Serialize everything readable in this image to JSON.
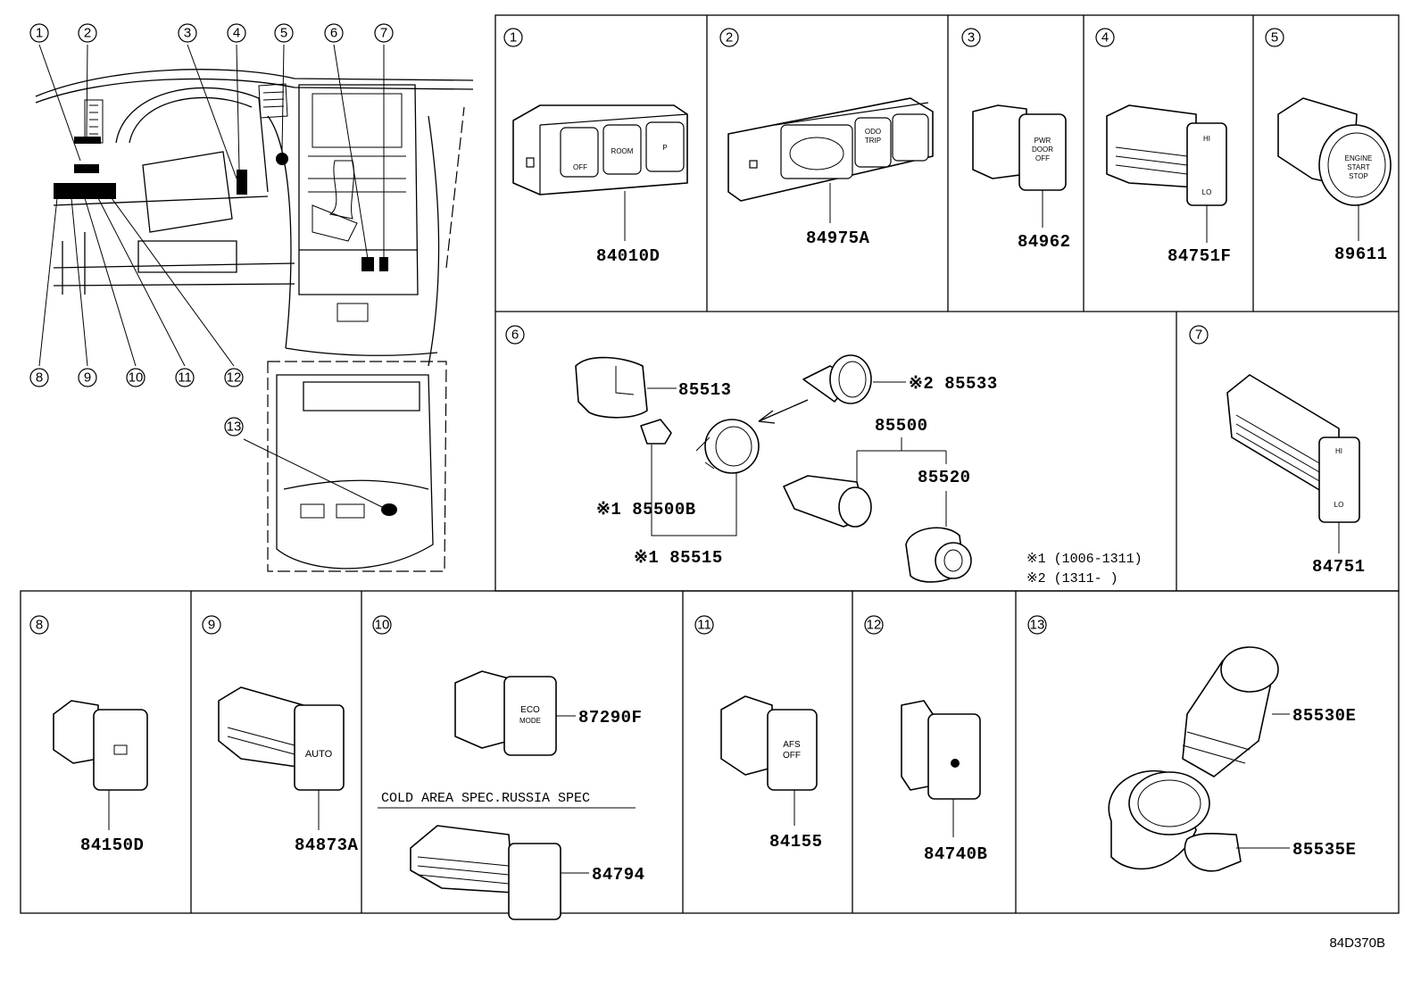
{
  "diagram_code": "84D370B",
  "callouts": [
    "1",
    "2",
    "3",
    "4",
    "5",
    "6",
    "7",
    "8",
    "9",
    "10",
    "11",
    "12",
    "13"
  ],
  "panels": {
    "p1": {
      "num": "1",
      "part": "84010D",
      "labels": [
        "ROOM",
        "P",
        "OFF"
      ]
    },
    "p2": {
      "num": "2",
      "part": "84975A",
      "labels": [
        "ODO",
        "TRIP"
      ]
    },
    "p3": {
      "num": "3",
      "part": "84962",
      "labels": [
        "PWR",
        "DOOR",
        "OFF"
      ]
    },
    "p4": {
      "num": "4",
      "part": "84751F",
      "labels": [
        "HI",
        "LO"
      ]
    },
    "p5": {
      "num": "5",
      "part": "89611",
      "labels": [
        "ENGINE",
        "START",
        "STOP"
      ]
    },
    "p6": {
      "num": "6",
      "parts": {
        "a": "85513",
        "b": "※2 85533",
        "c": "85500",
        "d": "85520",
        "e": "※1 85500B",
        "f": "※1 85515"
      },
      "notes": [
        "※1 (1006-1311)",
        "※2 (1311-      )"
      ]
    },
    "p7": {
      "num": "7",
      "part": "84751",
      "labels": [
        "HI",
        "LO"
      ]
    },
    "p8": {
      "num": "8",
      "part": "84150D"
    },
    "p9": {
      "num": "9",
      "part": "84873A",
      "labels": [
        "AUTO"
      ]
    },
    "p10": {
      "num": "10",
      "part_top": "87290F",
      "part_bottom": "84794",
      "spec_label": "COLD AREA SPEC.RUSSIA SPEC",
      "labels": [
        "ECO",
        "MODE"
      ]
    },
    "p11": {
      "num": "11",
      "part": "84155",
      "labels": [
        "AFS",
        "OFF"
      ]
    },
    "p12": {
      "num": "12",
      "part": "84740B"
    },
    "p13": {
      "num": "13",
      "part_top": "85530E",
      "part_bottom": "85535E"
    }
  }
}
